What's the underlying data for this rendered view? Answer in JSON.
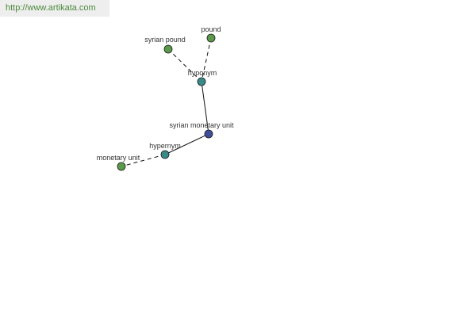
{
  "site": {
    "url": "http://www.artikata.com"
  },
  "graph": {
    "nodes": [
      {
        "id": "pound",
        "label": "pound",
        "color": "#5a9a4a"
      },
      {
        "id": "syrian-pound",
        "label": "syrian pound",
        "color": "#5a9a4a"
      },
      {
        "id": "hyponym",
        "label": "hyponym",
        "color": "#3a8a8a"
      },
      {
        "id": "syrian-monetary-unit",
        "label": "syrian monetary unit",
        "color": "#404e9a"
      },
      {
        "id": "hypernym",
        "label": "hypernym",
        "color": "#3a8a8a"
      },
      {
        "id": "monetary-unit",
        "label": "monetary unit",
        "color": "#5a9a4a"
      }
    ],
    "edges": [
      {
        "from": "syrian-pound",
        "to": "hyponym",
        "style": "dashed"
      },
      {
        "from": "pound",
        "to": "hyponym",
        "style": "dashed"
      },
      {
        "from": "hyponym",
        "to": "syrian-monetary-unit",
        "style": "solid"
      },
      {
        "from": "syrian-monetary-unit",
        "to": "hypernym",
        "style": "solid"
      },
      {
        "from": "hypernym",
        "to": "monetary-unit",
        "style": "dashed"
      }
    ]
  }
}
